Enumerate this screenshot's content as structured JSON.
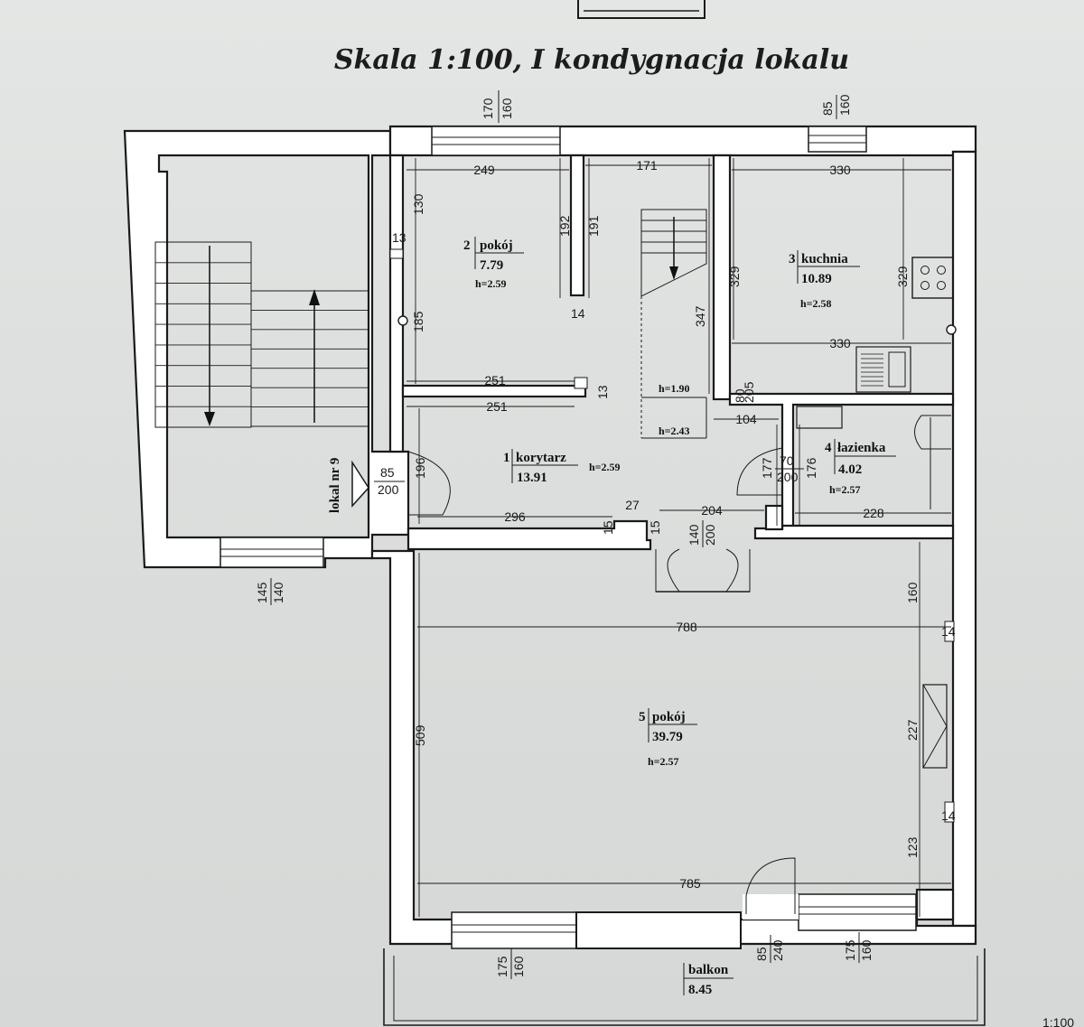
{
  "title": "Skala 1:100, I kondygnacja lokalu",
  "corner_text": "1:100",
  "entrance_label": "lokal nr 9",
  "rooms": [
    {
      "num": "1",
      "name": "korytarz",
      "area": "13.91",
      "height": "h=2.59"
    },
    {
      "num": "2",
      "name": "pokój",
      "area": "7.79",
      "height": "h=2.59"
    },
    {
      "num": "3",
      "name": "kuchnia",
      "area": "10.89",
      "height": "h=2.58"
    },
    {
      "num": "4",
      "name": "łazienka",
      "area": "4.02",
      "height": "h=2.57"
    },
    {
      "num": "5",
      "name": "pokój",
      "area": "39.79",
      "height": "h=2.57"
    }
  ],
  "balcony": {
    "name": "balkon",
    "area": "8.45"
  },
  "stair_heights": {
    "upper": "h=1.90",
    "lower": "h=2.43"
  },
  "openings": {
    "top_room2": {
      "a": "170",
      "b": "160"
    },
    "top_kitchen": {
      "a": "85",
      "b": "160"
    },
    "entrance_door": {
      "a": "85",
      "b": "200"
    },
    "stair_window": {
      "a": "145",
      "b": "140"
    },
    "living_door": {
      "a": "140",
      "b": "200"
    },
    "bath_door": {
      "a": "70",
      "b": "200"
    },
    "bottom_window_left": {
      "a": "175",
      "b": "160"
    },
    "balcony_door": {
      "a": "85",
      "b": "240"
    },
    "bottom_window_right": {
      "a": "175",
      "b": "160"
    }
  },
  "dims": {
    "room2_width": "249",
    "room2_top": "130",
    "room2_bottom": "185",
    "room2_wall_a": "192",
    "room2_wall_b": "191",
    "room2_nook": "13",
    "wall_thickness": "14",
    "room2_floor": "251",
    "corridor_top": "251",
    "corridor_wall": "13",
    "stair_width": "171",
    "stair_len": "347",
    "kitchen_top": "330",
    "kitchen_bottom": "330",
    "kitchen_left": "329",
    "kitchen_right": "329",
    "corridor_104": "104",
    "corridor_80": "80",
    "corridor_205": "205",
    "corridor_196": "196",
    "corridor_296": "296",
    "corridor_27": "27",
    "corridor_15a": "15",
    "corridor_15b": "15",
    "corridor_204": "204",
    "bath_177": "177",
    "bath_176": "176",
    "bath_228": "228",
    "living_top": "788",
    "living_bottom": "785",
    "living_left": "509",
    "living_160": "160",
    "living_227": "227",
    "living_123": "123",
    "living_14a": "14",
    "living_14b": "14"
  }
}
